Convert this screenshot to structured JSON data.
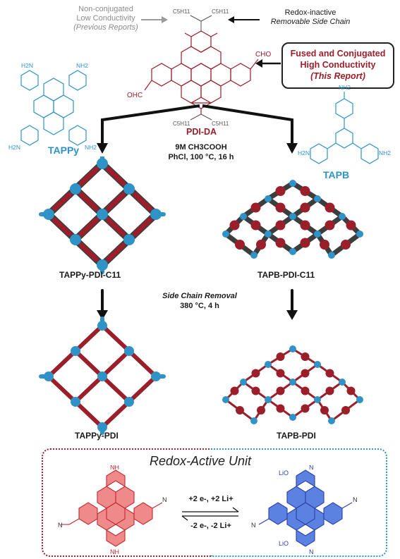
{
  "top_left_note": {
    "line1": "Non-conjugated",
    "line2": "Low Conductivity",
    "line3": "(Previous Reports)"
  },
  "top_right_note": {
    "line1": "Redox-inactive",
    "line2": "Removable Side Chain"
  },
  "highlight_box": {
    "line1": "Fused and Conjugated",
    "line2": "High Conductivity",
    "line3": "(This Report)"
  },
  "molecule_labels": {
    "pdi_da": "PDI-DA",
    "tappy": "TAPPy",
    "tapb": "TAPB",
    "side_chain_top": "C5H11",
    "cho_right": "CHO",
    "ohc_left": "OHC",
    "nh2": "NH2",
    "h2n": "H2N"
  },
  "reaction_conditions": {
    "line1": "9M CH3COOH",
    "line2": "PhCl, 100 °C, 16 h"
  },
  "framework_labels": {
    "tappy_c11": "TAPPy-PDI-C11",
    "tapb_c11": "TAPB-PDI-C11",
    "tappy_pdi": "TAPPy-PDI",
    "tapb_pdi": "TAPB-PDI"
  },
  "side_chain_removal": {
    "line1": "Side Chain Removal",
    "line2": "380 °C, 4 h"
  },
  "redox_panel": {
    "title": "Redox-Active Unit",
    "forward": "+2 e-, +2 Li+",
    "reverse": "-2 e-, -2 Li+",
    "oli": "LiO",
    "n_label": "N",
    "nh_label": "NH"
  },
  "colors": {
    "pdi_red": "#9b1f2b",
    "linker_blue": "#2f93c8",
    "chain_gray": "#3d3d3d",
    "reduced_blue": "#3f6fd1",
    "oxidized_red": "#e8676a"
  }
}
